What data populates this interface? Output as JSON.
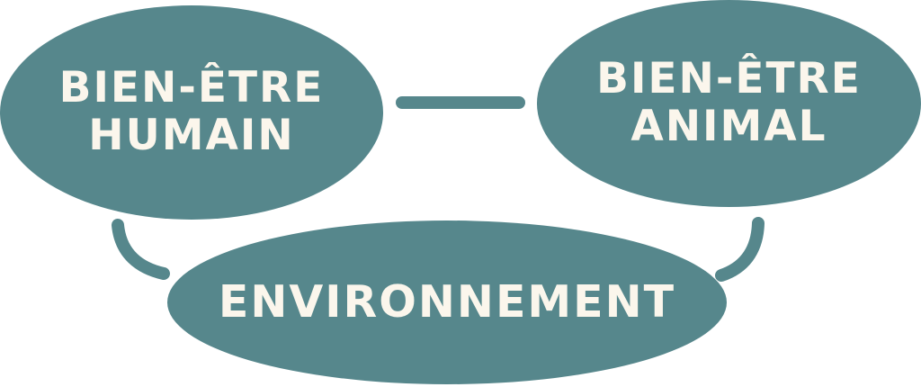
{
  "colors": {
    "node_fill": "#56878c",
    "connector": "#56878c",
    "text": "#fbf6ec",
    "background": "#ffffff"
  },
  "nodes": {
    "human": {
      "label": "BIEN-ÊTRE\nHUMAIN"
    },
    "animal": {
      "label": "BIEN-ÊTRE\nANIMAL"
    },
    "environment": {
      "label": "ENVIRONNEMENT"
    }
  }
}
